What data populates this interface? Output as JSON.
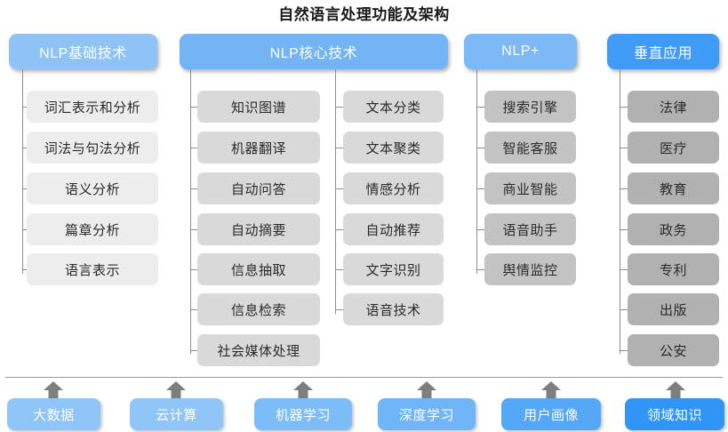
{
  "title": "自然语言处理功能及架构",
  "columns": [
    {
      "key": "basic",
      "header": "NLP基础技术",
      "header_color": "#8fc3f5",
      "node_color": "#ededed",
      "items": [
        "词汇表示和分析",
        "词法与句法分析",
        "语义分析",
        "篇章分析",
        "语言表示"
      ]
    },
    {
      "key": "core",
      "header": "NLP核心技术",
      "header_color": "#74b4f4",
      "node_color": "#d9d9d9",
      "items_left": [
        "知识图谱",
        "机器翻译",
        "自动问答",
        "自动摘要",
        "信息抽取",
        "信息检索",
        "社会媒体处理"
      ],
      "items_right": [
        "文本分类",
        "文本聚类",
        "情感分析",
        "自动推荐",
        "文字识别",
        "语音技术"
      ]
    },
    {
      "key": "plus",
      "header": "NLP+",
      "header_color": "#7cb9f6",
      "node_color": "#c3c3c3",
      "items": [
        "搜索引擎",
        "智能客服",
        "商业智能",
        "语音助手",
        "舆情监控"
      ]
    },
    {
      "key": "vertical",
      "header": "垂直应用",
      "header_color": "#3f9bf5",
      "node_color": "#b1b1b1",
      "items": [
        "法律",
        "医疗",
        "教育",
        "政务",
        "专利",
        "出版",
        "公安"
      ]
    }
  ],
  "foundation": {
    "arrow_color": "#7e7e7e",
    "items": [
      "大数据",
      "云计算",
      "机器学习",
      "深度学习",
      "用户画像",
      "领域知识"
    ]
  },
  "watermark": ""
}
